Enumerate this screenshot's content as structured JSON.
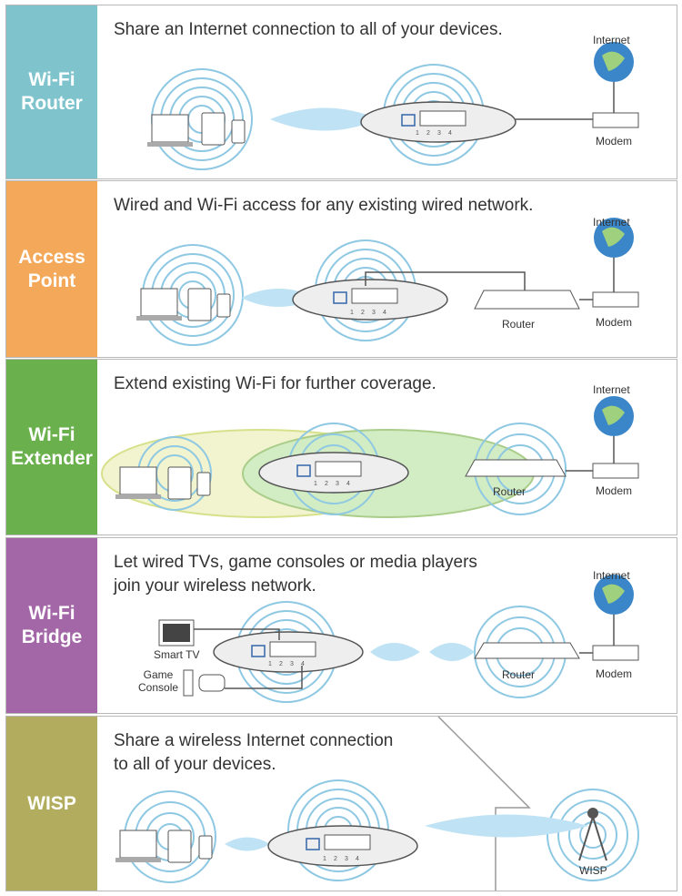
{
  "panels": [
    {
      "side_label": "Wi-Fi\nRouter",
      "color": "#7fc4cd",
      "title": "Share an Internet connection to all of your devices.",
      "labels": {
        "internet": "Internet",
        "modem": "Modem"
      }
    },
    {
      "side_label": "Access\nPoint",
      "color": "#f4a95a",
      "title": "Wired and Wi-Fi access for any existing wired network.",
      "labels": {
        "internet": "Internet",
        "modem": "Modem",
        "router": "Router"
      }
    },
    {
      "side_label": "Wi-Fi\nExtender",
      "color": "#6ab04d",
      "title": "Extend existing Wi-Fi for further coverage.",
      "labels": {
        "internet": "Internet",
        "modem": "Modem",
        "router": "Router"
      }
    },
    {
      "side_label": "Wi-Fi\nBridge",
      "color": "#a367a8",
      "title": "Let wired TVs, game consoles or media players\njoin your wireless network.",
      "labels": {
        "internet": "Internet",
        "modem": "Modem",
        "router": "Router",
        "smart_tv": "Smart TV",
        "game_console": "Game\nConsole"
      }
    },
    {
      "side_label": "WISP",
      "color": "#b2ad5e",
      "title": "Share a wireless Internet connection\nto all of your devices.",
      "labels": {
        "wisp": "WISP"
      }
    }
  ],
  "port_numbers": [
    "1",
    "2",
    "3",
    "4"
  ]
}
